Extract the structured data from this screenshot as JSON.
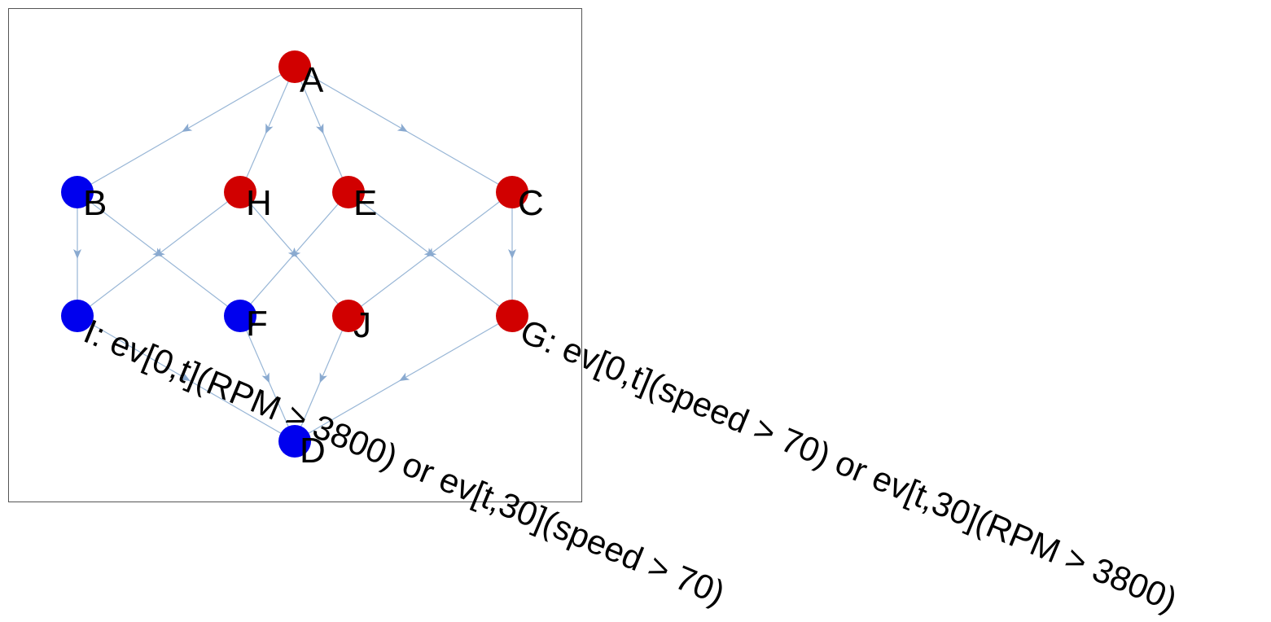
{
  "colors": {
    "satisfied": "#d10000",
    "unsatisfied": "#0000ee",
    "edge": "#98b6d6",
    "arrow": "#8aaad0"
  },
  "nodes": [
    {
      "id": "A",
      "label": "A",
      "status": "satisfied"
    },
    {
      "id": "B",
      "label": "B",
      "status": "unsatisfied"
    },
    {
      "id": "H",
      "label": "H",
      "status": "satisfied"
    },
    {
      "id": "E",
      "label": "E",
      "status": "satisfied"
    },
    {
      "id": "C",
      "label": "C",
      "status": "satisfied"
    },
    {
      "id": "I",
      "label": "I: ev[0,t](RPM > 3800) or ev[t,30](speed > 70)",
      "status": "unsatisfied"
    },
    {
      "id": "F",
      "label": "F",
      "status": "unsatisfied"
    },
    {
      "id": "J",
      "label": "J",
      "status": "satisfied"
    },
    {
      "id": "G",
      "label": "G: ev[0,t](speed > 70) or ev[t,30](RPM > 3800)",
      "status": "satisfied"
    },
    {
      "id": "D",
      "label": "D",
      "status": "unsatisfied"
    }
  ],
  "edges": [
    [
      "A",
      "B"
    ],
    [
      "A",
      "H"
    ],
    [
      "A",
      "E"
    ],
    [
      "A",
      "C"
    ],
    [
      "B",
      "I"
    ],
    [
      "B",
      "F"
    ],
    [
      "H",
      "I"
    ],
    [
      "H",
      "J"
    ],
    [
      "E",
      "F"
    ],
    [
      "E",
      "G"
    ],
    [
      "C",
      "J"
    ],
    [
      "C",
      "G"
    ],
    [
      "I",
      "D"
    ],
    [
      "F",
      "D"
    ],
    [
      "J",
      "D"
    ],
    [
      "G",
      "D"
    ]
  ]
}
